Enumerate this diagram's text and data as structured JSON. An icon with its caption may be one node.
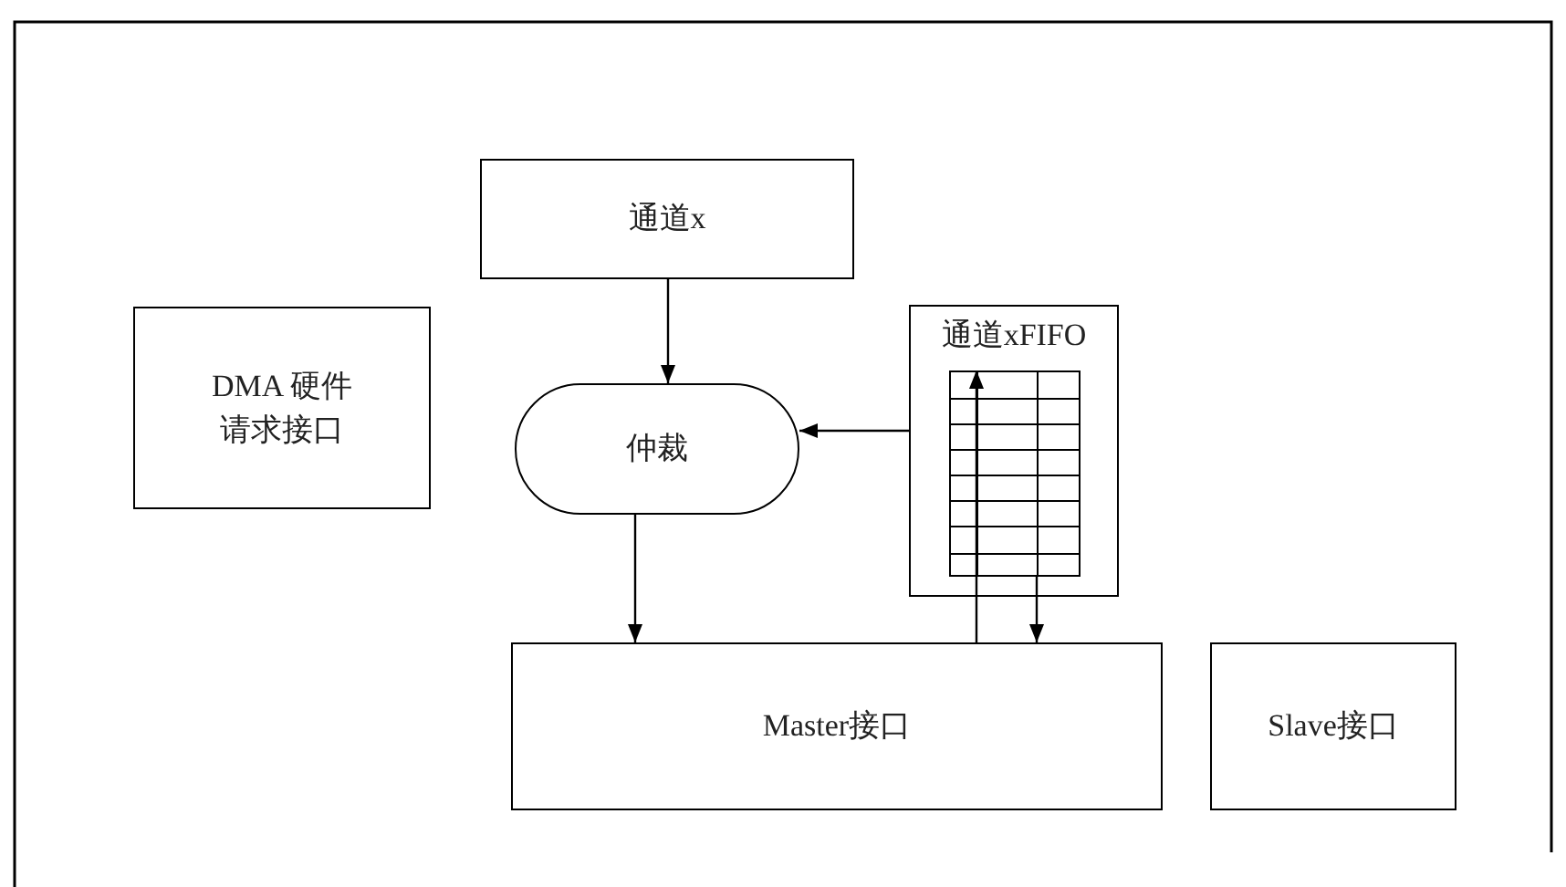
{
  "diagram": {
    "nodes": [
      {
        "text": [
          "通道x"
        ]
      },
      {
        "text": [
          "DMA 硬件请求接口"
        ]
      },
      {
        "text": [
          "仲裁"
        ]
      },
      {
        "text": [
          "通道xFIFO"
        ]
      },
      {
        "text": [],
        "shape": "table",
        "in": 3
      },
      {
        "text": [
          "Master接口"
        ]
      },
      {
        "text": [
          "Slave接口"
        ]
      }
    ],
    "edges": [
      {
        "from": 0,
        "to": 2,
        "arrow": "to"
      },
      {
        "from": 3,
        "to": 2,
        "arrow": "to"
      },
      {
        "from": 2,
        "to": 5,
        "arrow": "to"
      },
      {
        "from": 5,
        "to": 4,
        "arrow": "to"
      },
      {
        "from": 4,
        "to": 5,
        "arrow": "to"
      }
    ]
  }
}
